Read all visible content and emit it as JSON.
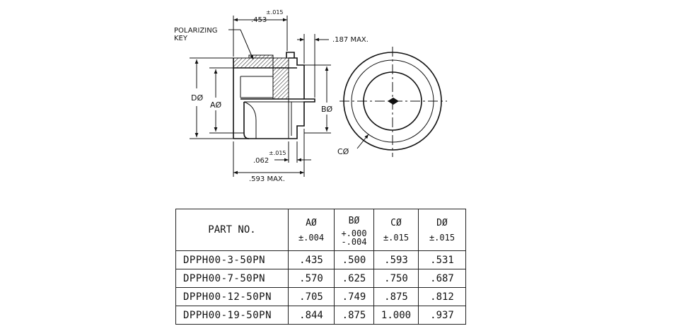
{
  "drawing": {
    "labels": {
      "polarizing_line1": "POLARIZING",
      "polarizing_line2": "KEY",
      "dim_top": ".453",
      "dim_top_tol": "±.015",
      "dim_max_187": ".187 MAX.",
      "dim_d": "DØ",
      "dim_a": "AØ",
      "dim_b": "BØ",
      "dim_c": "CØ",
      "dim_062": ".062",
      "dim_062_tol": "±.015",
      "dim_593": ".593 MAX."
    }
  },
  "table": {
    "headers": {
      "part": "PART NO.",
      "a": "AØ",
      "a_tol": "±.004",
      "b": "BØ",
      "b_tol_plus": "+.000",
      "b_tol_minus": "-.004",
      "c": "CØ",
      "c_tol": "±.015",
      "d": "DØ",
      "d_tol": "±.015"
    },
    "rows": [
      {
        "part": "DPPH00-3-50PN",
        "a": ".435",
        "b": ".500",
        "c": ".593",
        "d": ".531"
      },
      {
        "part": "DPPH00-7-50PN",
        "a": ".570",
        "b": ".625",
        "c": ".750",
        "d": ".687"
      },
      {
        "part": "DPPH00-12-50PN",
        "a": ".705",
        "b": ".749",
        "c": ".875",
        "d": ".812"
      },
      {
        "part": "DPPH00-19-50PN",
        "a": ".844",
        "b": ".875",
        "c": "1.000",
        "d": ".937"
      }
    ]
  }
}
